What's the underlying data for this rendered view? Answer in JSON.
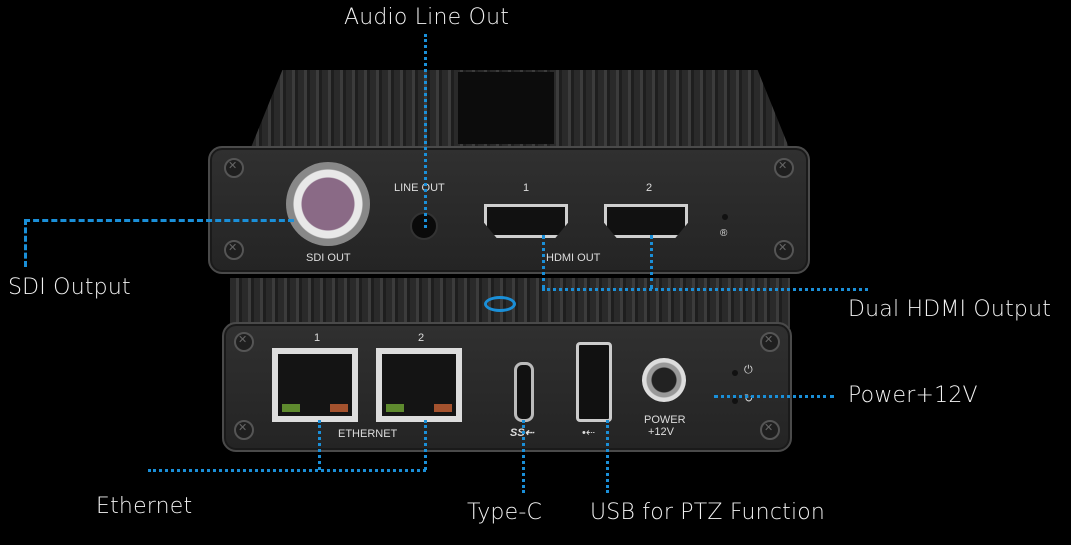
{
  "callouts": {
    "audio_line_out": "Audio Line Out",
    "sdi_output": "SDI Output",
    "dual_hdmi_output": "Dual HDMI Output",
    "power": "Power+12V",
    "ethernet": "Ethernet",
    "type_c": "Type-C",
    "usb_ptz": "USB for PTZ Function"
  },
  "front_panel": {
    "sdi_label": "SDI OUT",
    "line_out_label": "LINE OUT",
    "hdmi_1": "1",
    "hdmi_2": "2",
    "hdmi_label": "HDMI OUT",
    "reset_icon": "®"
  },
  "rear_panel": {
    "eth_1": "1",
    "eth_2": "2",
    "ethernet_label": "ETHERNET",
    "typec_label": "SS⇠",
    "usb_label": "•⇠",
    "power_label": "POWER",
    "power_voltage": "+12V",
    "power_icon": "⏻",
    "sync_icon": "↻"
  },
  "colors": {
    "callout_line": "#1a8fd8",
    "background": "#000000",
    "label_text": "#f2f2f2"
  }
}
